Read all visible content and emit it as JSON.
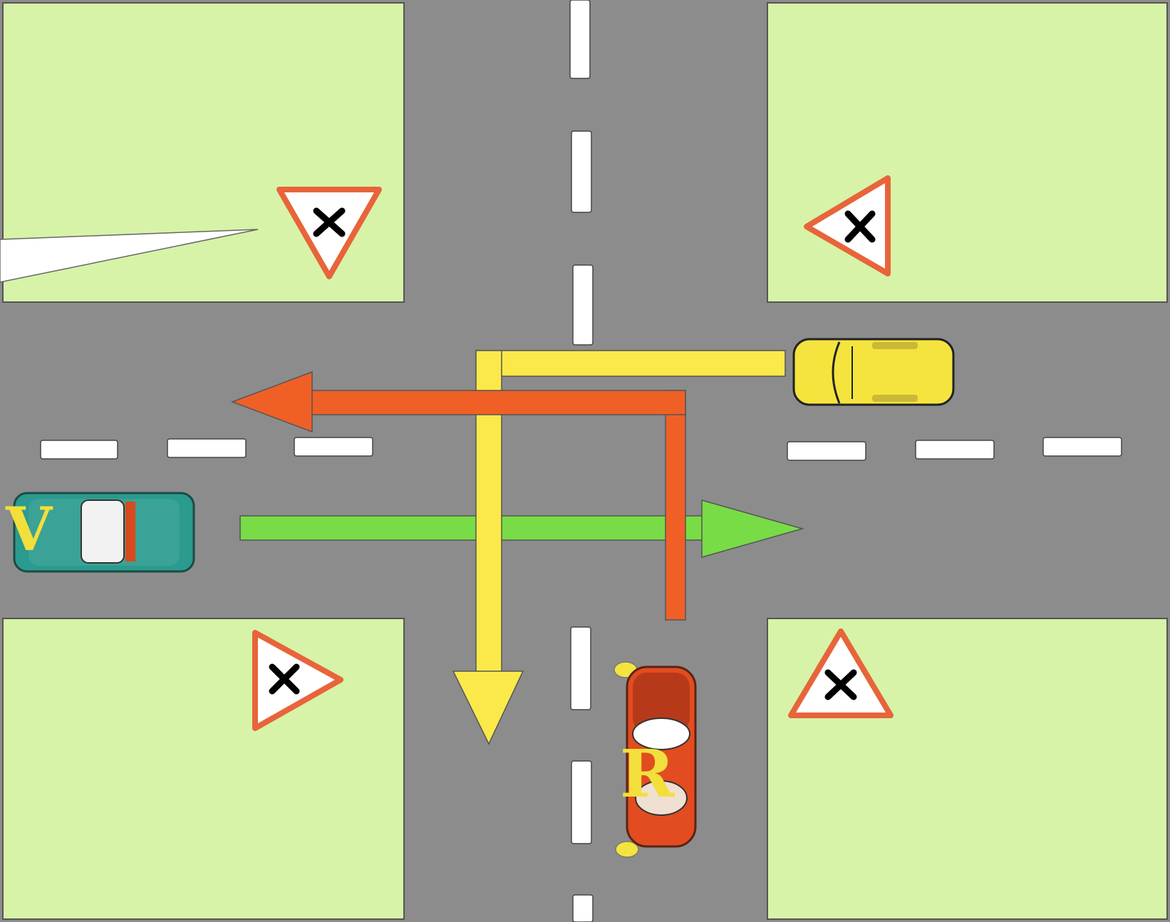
{
  "colors": {
    "grass": "#d7f3a8",
    "road": "#8c8c8c",
    "marking": "#ffffff",
    "arrow_green": "#78dc46",
    "arrow_yellow": "#fbe94a",
    "arrow_orange": "#f06026",
    "sign_border": "#e8643a",
    "label": "#f2df3c"
  },
  "signs": [
    {
      "name": "sign-nw",
      "icon": "priority-crossroad-icon"
    },
    {
      "name": "sign-ne",
      "icon": "priority-crossroad-icon"
    },
    {
      "name": "sign-sw",
      "icon": "priority-crossroad-icon"
    },
    {
      "name": "sign-se",
      "icon": "priority-crossroad-icon"
    }
  ],
  "vehicles": {
    "v": {
      "label": "V",
      "color": "#2a9b8e",
      "heading": "east"
    },
    "r": {
      "label": "R",
      "color": "#e24c20",
      "heading": "north"
    },
    "j": {
      "label": "",
      "color": "#f5e43e",
      "heading": "west"
    }
  },
  "paths": {
    "v": {
      "color": "green",
      "movement": "straight"
    },
    "r": {
      "color": "orange",
      "movement": "left-turn"
    },
    "j": {
      "color": "yellow",
      "movement": "left-turn"
    }
  }
}
